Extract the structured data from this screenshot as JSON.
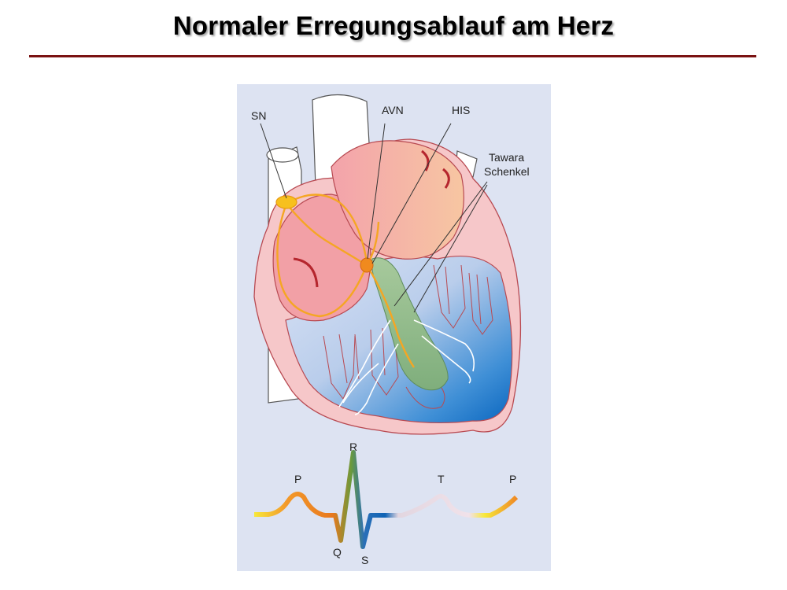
{
  "title": "Normaler Erregungsablauf am Herz",
  "labels": {
    "sn": "SN",
    "avn": "AVN",
    "his": "HIS",
    "tawara_line1": "Tawara",
    "tawara_line2": "Schenkel"
  },
  "ecg_labels": {
    "p1": "P",
    "r": "R",
    "t": "T",
    "p2": "P",
    "q": "Q",
    "s": "S"
  },
  "colors": {
    "title_rule": "#7a1212",
    "figure_background": "#dde3f2",
    "conduction_path": "#f5a623",
    "ventricle_blue": "#1273c8",
    "atrium_pink": "#f2a6aa",
    "bundle_green": "#8fbf8a"
  }
}
